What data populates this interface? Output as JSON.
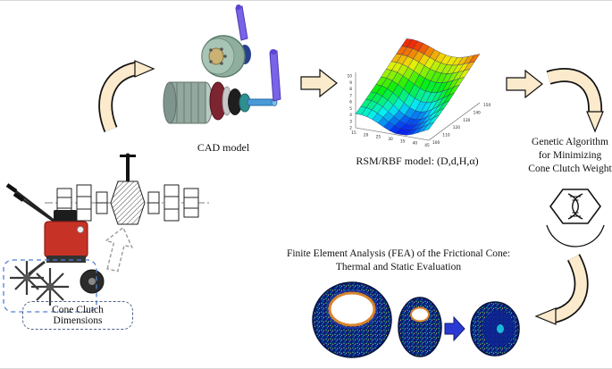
{
  "figure": {
    "background": "#ffffff",
    "description": "Design-optimization workflow figure: power tiller cone clutch dimensions, CAD model, RSM/RBF response surface, genetic algorithm optimization, FEA evaluation"
  },
  "labels": {
    "cad_model": "CAD model",
    "rsm_model": "RSM/RBF model: (D,d,H,α)",
    "cone_clutch_dimensions": "Cone Clutch Dimensions",
    "genetic_algorithm": [
      "Genetic Algorithm",
      "for Minimizing",
      "Cone Clutch Weight"
    ],
    "fea_title": [
      "Finite Element Analysis (FEA) of the Frictional Cone:",
      "Thermal and Static Evaluation"
    ]
  },
  "icons": {
    "flow_arrow": "cream block arrow (process flow)",
    "ga_icon": "DNA helix inside hexagon above fitness parabola",
    "dashed_arrow": "dashed outline arrow from tiller to clutch drawing",
    "fea_step_arrow": "blue double arrow between FEA meshes"
  },
  "colors": {
    "arrow_fill": "#fbeacb",
    "arrow_stroke": "#111111",
    "fea_arrow_blue": "#2a3bd4",
    "tiller_red": "#c63326",
    "mesh_navy": "#0a1c78",
    "dashed_outline_blue": "#4f7fd4"
  },
  "chart_data": {
    "type": "surface",
    "title": "RSM/RBF response surface",
    "z_ticks": [
      2,
      3,
      4,
      5,
      6,
      7,
      8,
      9,
      10
    ],
    "x_ticks": [
      15,
      20,
      25,
      30,
      35,
      40,
      45
    ],
    "y_ticks": [
      100,
      110,
      120,
      130,
      140,
      150
    ],
    "colormap": "jet (blue low to red high)",
    "grid": true,
    "description": "Wavy rainbow mesh surface rising toward the back of the axes box"
  }
}
